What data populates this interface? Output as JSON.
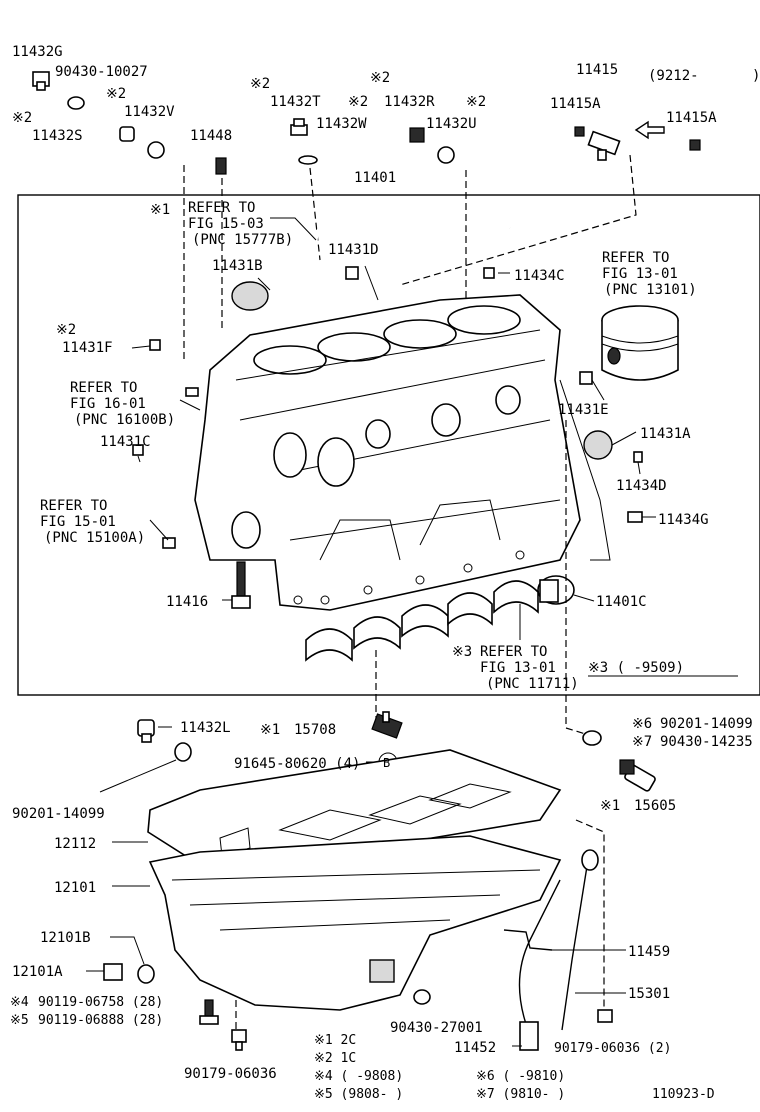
{
  "diagram": {
    "catalog_id": "110923-D",
    "labels": {
      "p11432G": "11432G",
      "p90430_10027": "90430-10027",
      "p11432V": "11432V",
      "p11432S": "11432S",
      "p11448": "11448",
      "p11432T": "11432T",
      "p11432R": "11432R",
      "p11432W": "11432W",
      "p11432U": "11432U",
      "p11415": "11415",
      "p9212": "(9212-",
      "p9212_close": ")",
      "p11415A_left": "11415A",
      "p11415A_right": "11415A",
      "p11401": "11401",
      "ref_fig1503_1": "REFER TO",
      "ref_fig1503_2": "FIG 15-03",
      "ref_fig1503_3": "(PNC 15777B)",
      "p11431D": "11431D",
      "p11431B": "11431B",
      "p11434C": "11434C",
      "ref_fig1301a_1": "REFER TO",
      "ref_fig1301a_2": "FIG 13-01",
      "ref_fig1301a_3": "(PNC 13101)",
      "p11431F": "11431F",
      "ref_fig1601_1": "REFER TO",
      "ref_fig1601_2": "FIG 16-01",
      "ref_fig1601_3": "(PNC 16100B)",
      "p11431E": "11431E",
      "p11431C": "11431C",
      "p11431A": "11431A",
      "p11434D": "11434D",
      "ref_fig1501_1": "REFER TO",
      "ref_fig1501_2": "FIG 15-01",
      "ref_fig1501_3": "(PNC 15100A)",
      "p11434G": "11434G",
      "p11416": "11416",
      "p11401C": "11401C",
      "ref_fig1301b_1": "REFER TO",
      "ref_fig1301b_2": "FIG 13-01",
      "ref_fig1301b_3": "(PNC 11711)",
      "note3_range": "※3 (      -9509)",
      "p11432L": "11432L",
      "p15708": "15708",
      "p90201_14099_r": "90201-14099",
      "p90430_14235": "90430-14235",
      "p91645_80620": "91645-80620 (4)",
      "circle_B": "B",
      "p15605": "15605",
      "p90201_14099_l": "90201-14099",
      "p12112": "12112",
      "p12101": "12101",
      "p12101B": "12101B",
      "p11459": "11459",
      "p12101A": "12101A",
      "p15301": "15301",
      "p90119_06758": "90119-06758 (28)",
      "p90119_06888": "90119-06888 (28)",
      "p90430_27001": "90430-27001",
      "p11452": "11452",
      "p90179_06036_2": "90179-06036 (2)",
      "p90179_06036": "90179-06036"
    },
    "marks": {
      "m2": "※2",
      "m1": "※1",
      "m3": "※3",
      "m4": "※4",
      "m5": "※5",
      "m6": "※6",
      "m7": "※7",
      "m1_15708": "※1",
      "m6_90201": "※6",
      "m7_90430": "※7",
      "m1_15605": "※1"
    },
    "legend": {
      "l1": "※1  2C",
      "l2": "※2  1C",
      "l4": "※4  (      -9808)",
      "l5": "※5  (9808-      )",
      "l6": "※6  (      -9810)",
      "l7": "※7  (9810-      )"
    }
  }
}
